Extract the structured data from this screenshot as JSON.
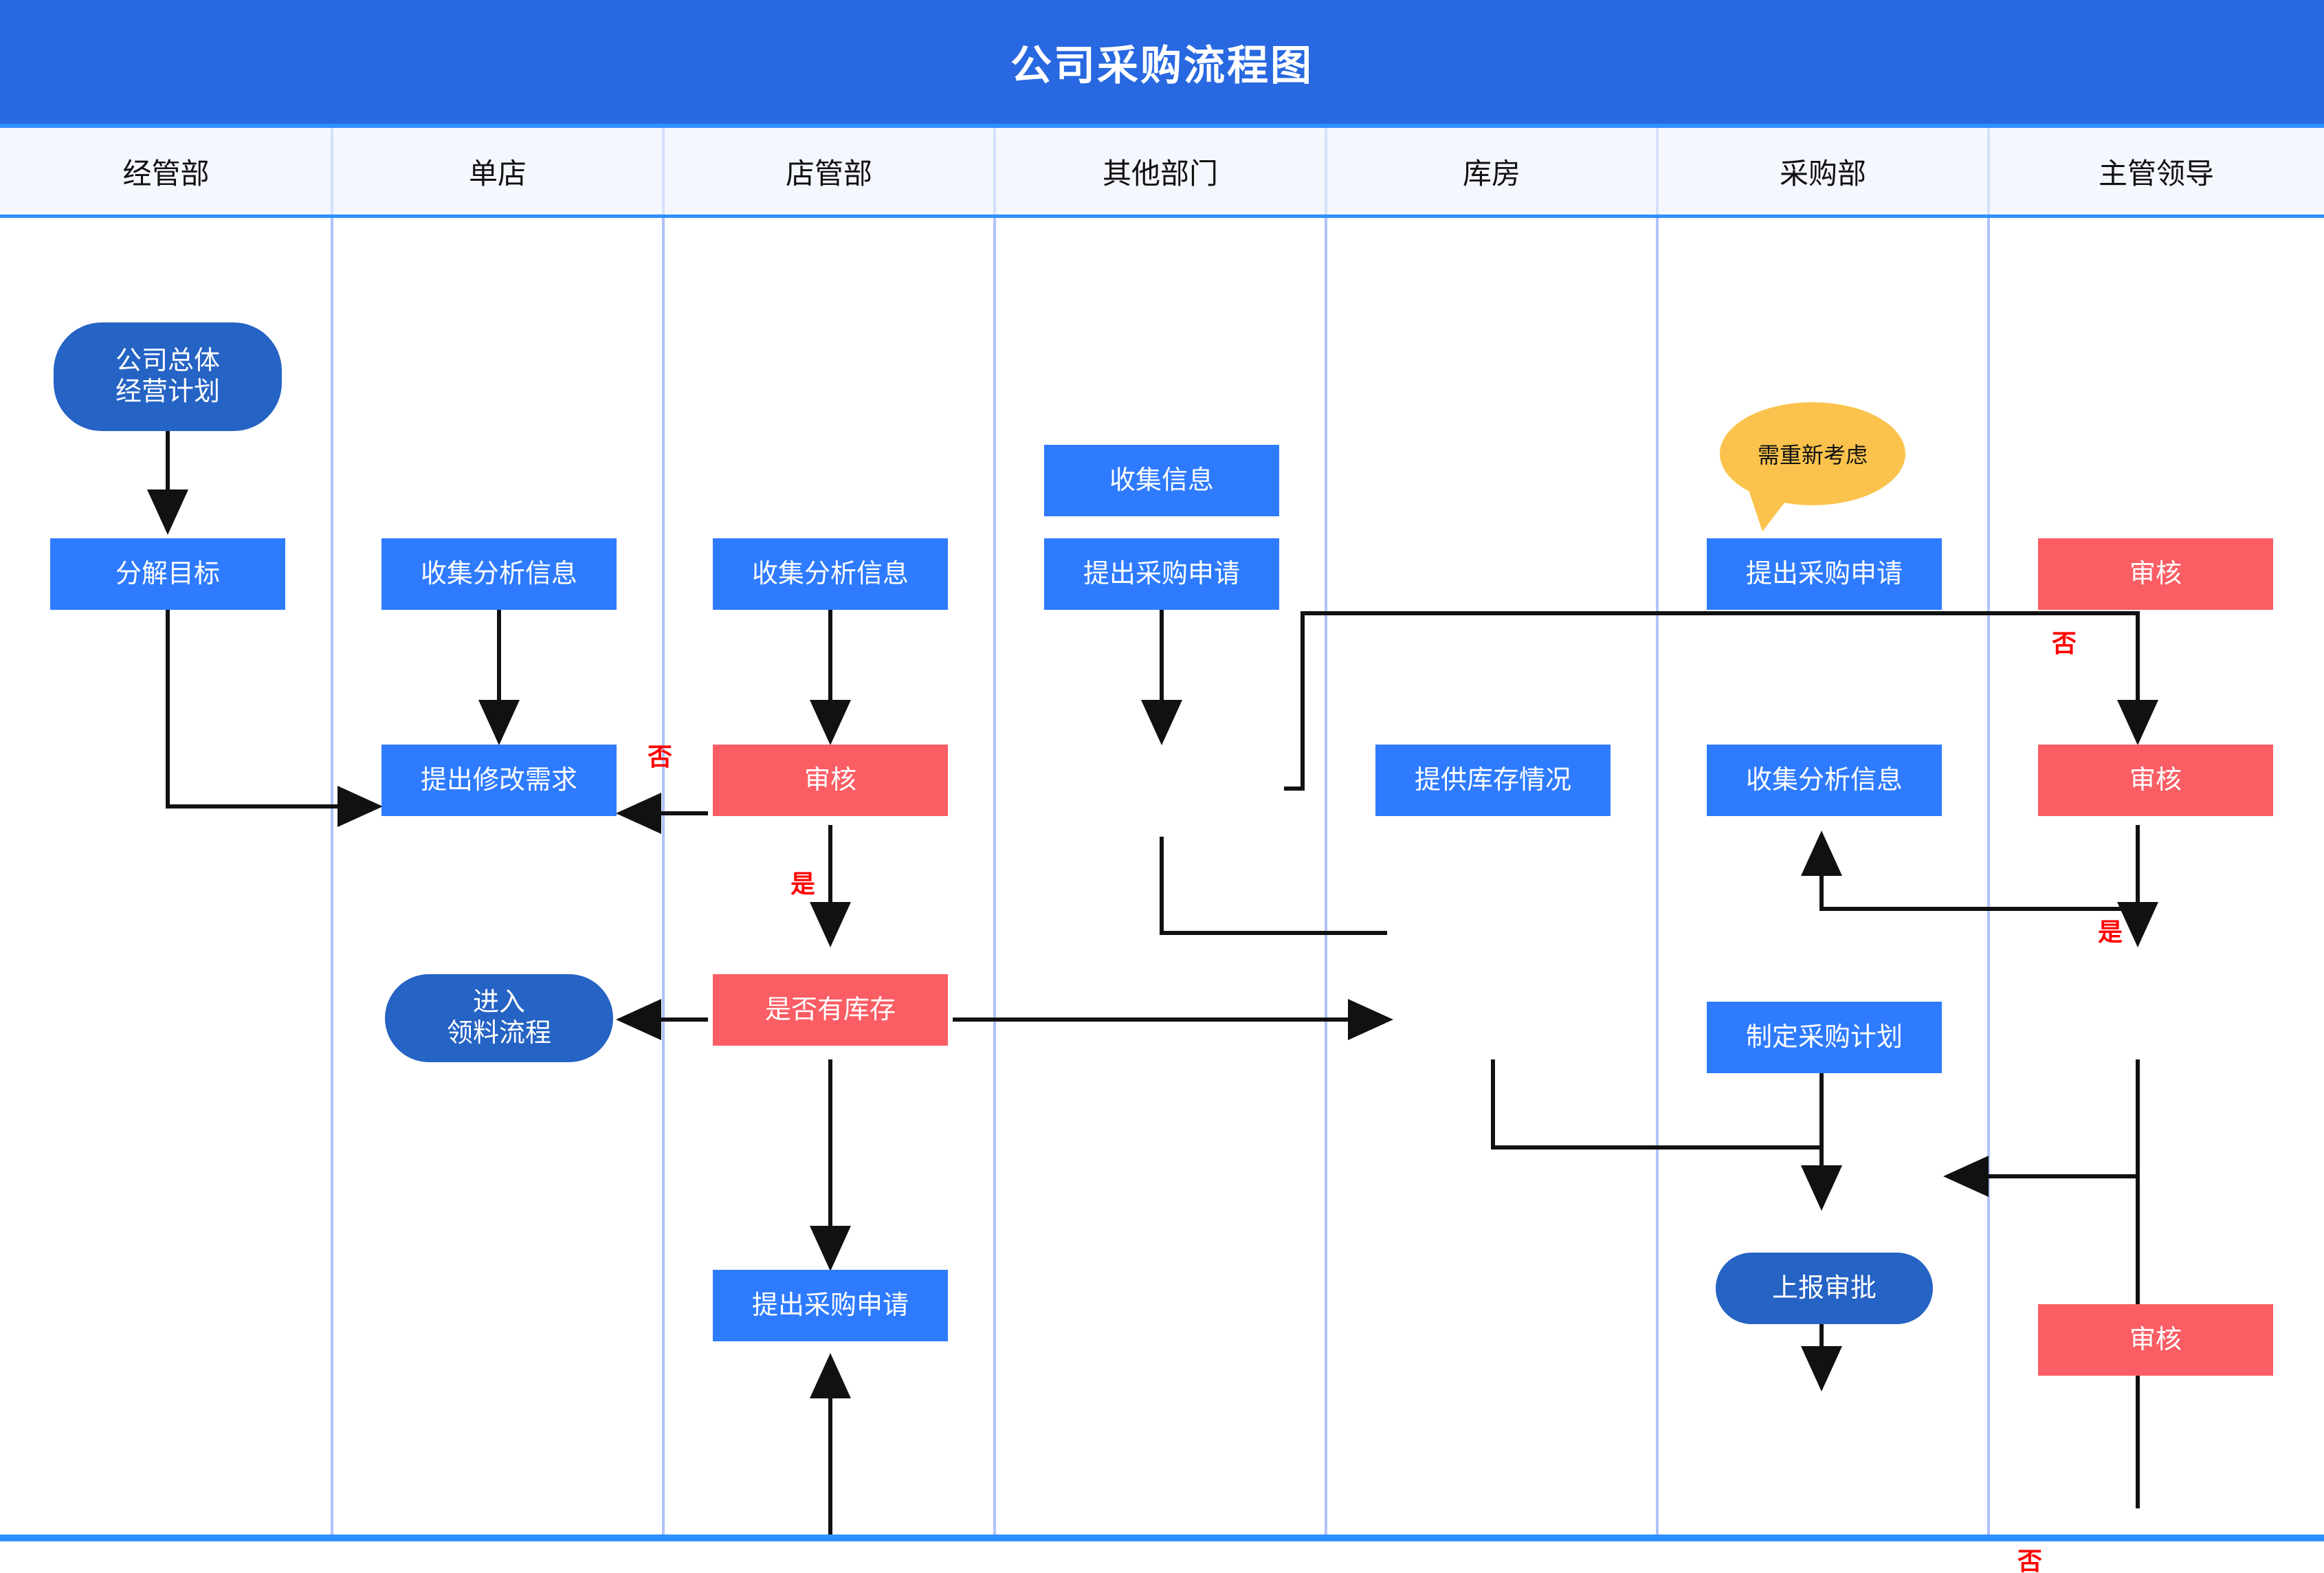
{
  "title": "公司采购流程图",
  "lanes": [
    {
      "id": "jingguanbu",
      "label": "经管部"
    },
    {
      "id": "dandian",
      "label": "单店"
    },
    {
      "id": "dianguanbu",
      "label": "店管部"
    },
    {
      "id": "qitabumen",
      "label": "其他部门"
    },
    {
      "id": "kufang",
      "label": "库房"
    },
    {
      "id": "caigoubu",
      "label": "采购部"
    },
    {
      "id": "zhuguanlingdao",
      "label": "主管领导"
    }
  ],
  "colors": {
    "header_blue": "#2868E0",
    "lane_header_bg": "#F5F7FF",
    "process_blue": "#2E7BFF",
    "terminator_blue": "#2563C4",
    "decision_red": "#FA5D64",
    "callout_yellow": "#FBC34D",
    "label_red": "#FF0000",
    "divider": "#AFC2FB"
  },
  "nodes": [
    {
      "id": "n1",
      "lane": "jingguanbu",
      "type": "terminator",
      "label": "公司总体\n经营计划"
    },
    {
      "id": "n2",
      "lane": "jingguanbu",
      "type": "process",
      "label": "分解目标"
    },
    {
      "id": "n3",
      "lane": "dandian",
      "type": "process",
      "label": "收集分析信息"
    },
    {
      "id": "n4",
      "lane": "dandian",
      "type": "process",
      "label": "提出修改需求"
    },
    {
      "id": "n5",
      "lane": "dandian",
      "type": "terminator",
      "label": "进入\n领料流程"
    },
    {
      "id": "n6",
      "lane": "dianguanbu",
      "type": "process",
      "label": "收集分析信息"
    },
    {
      "id": "n7",
      "lane": "dianguanbu",
      "type": "decision",
      "label": "审核"
    },
    {
      "id": "n8",
      "lane": "dianguanbu",
      "type": "decision",
      "label": "是否有库存"
    },
    {
      "id": "n9",
      "lane": "dianguanbu",
      "type": "process",
      "label": "提出采购申请"
    },
    {
      "id": "n10",
      "lane": "qitabumen",
      "type": "process",
      "label": "收集信息"
    },
    {
      "id": "n11",
      "lane": "qitabumen",
      "type": "process",
      "label": "提出采购申请"
    },
    {
      "id": "n12",
      "lane": "kufang",
      "type": "process",
      "label": "提供库存情况"
    },
    {
      "id": "n13",
      "lane": "caigoubu",
      "type": "process",
      "label": "提出采购申请"
    },
    {
      "id": "n14",
      "lane": "caigoubu",
      "type": "process",
      "label": "收集分析信息"
    },
    {
      "id": "n15",
      "lane": "caigoubu",
      "type": "process",
      "label": "制定采购计划"
    },
    {
      "id": "n16",
      "lane": "caigoubu",
      "type": "terminator",
      "label": "上报审批"
    },
    {
      "id": "n17",
      "lane": "zhuguanlingdao",
      "type": "decision",
      "label": "审核"
    },
    {
      "id": "n18",
      "lane": "zhuguanlingdao",
      "type": "decision",
      "label": "审核"
    },
    {
      "id": "n19",
      "lane": "zhuguanlingdao",
      "type": "decision",
      "label": "审核"
    }
  ],
  "callout": {
    "text": "需重新考虑",
    "attached_to": "n13"
  },
  "edge_labels": [
    {
      "id": "lbl-no-1",
      "text": "否",
      "near": "n7"
    },
    {
      "id": "lbl-yes-1",
      "text": "是",
      "near": "n7"
    },
    {
      "id": "lbl-no-2",
      "text": "否",
      "near": "n17"
    },
    {
      "id": "lbl-yes-2",
      "text": "是",
      "near": "n18"
    },
    {
      "id": "lbl-no-3",
      "text": "否",
      "near": "n19"
    }
  ]
}
